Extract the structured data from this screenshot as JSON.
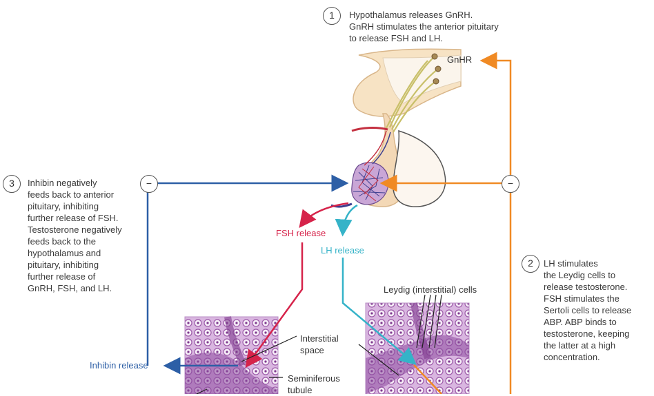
{
  "steps": [
    {
      "num": "1",
      "text": "Hypothalamus releases GnRH.\nGnRH stimulates the anterior pituitary\nto release FSH and LH."
    },
    {
      "num": "2",
      "text": "LH stimulates\nthe Leydig cells to\nrelease testosterone.\nFSH stimulates the\nSertoli cells to release\nABP. ABP binds to\ntestosterone, keeping\nthe latter at a high\nconcentration."
    },
    {
      "num": "3",
      "text": "Inhibin negatively\nfeeds back to anterior\npituitary, inhibiting\nfurther release of FSH.\nTestosterone negatively\nfeeds back to the\nhypothalamus and\npituitary, inhibiting\nfurther release of\nGnRH, FSH, and LH."
    }
  ],
  "labels": {
    "gnhr": "GnHR",
    "fsh_release": "FSH release",
    "lh_release": "LH release",
    "inhibin_release": "Inhibin release",
    "leydig": "Leydig (interstitial) cells",
    "interstitial": "Interstitial\nspace",
    "seminiferous": "Seminiferous\ntubule",
    "minus": "−"
  },
  "colors": {
    "orange": "#f08a24",
    "blue": "#2d5fa6",
    "red": "#d6234a",
    "cyan": "#35b3c8",
    "tissue": "#c98fd0",
    "tissue_dark": "#7e3a8e"
  }
}
